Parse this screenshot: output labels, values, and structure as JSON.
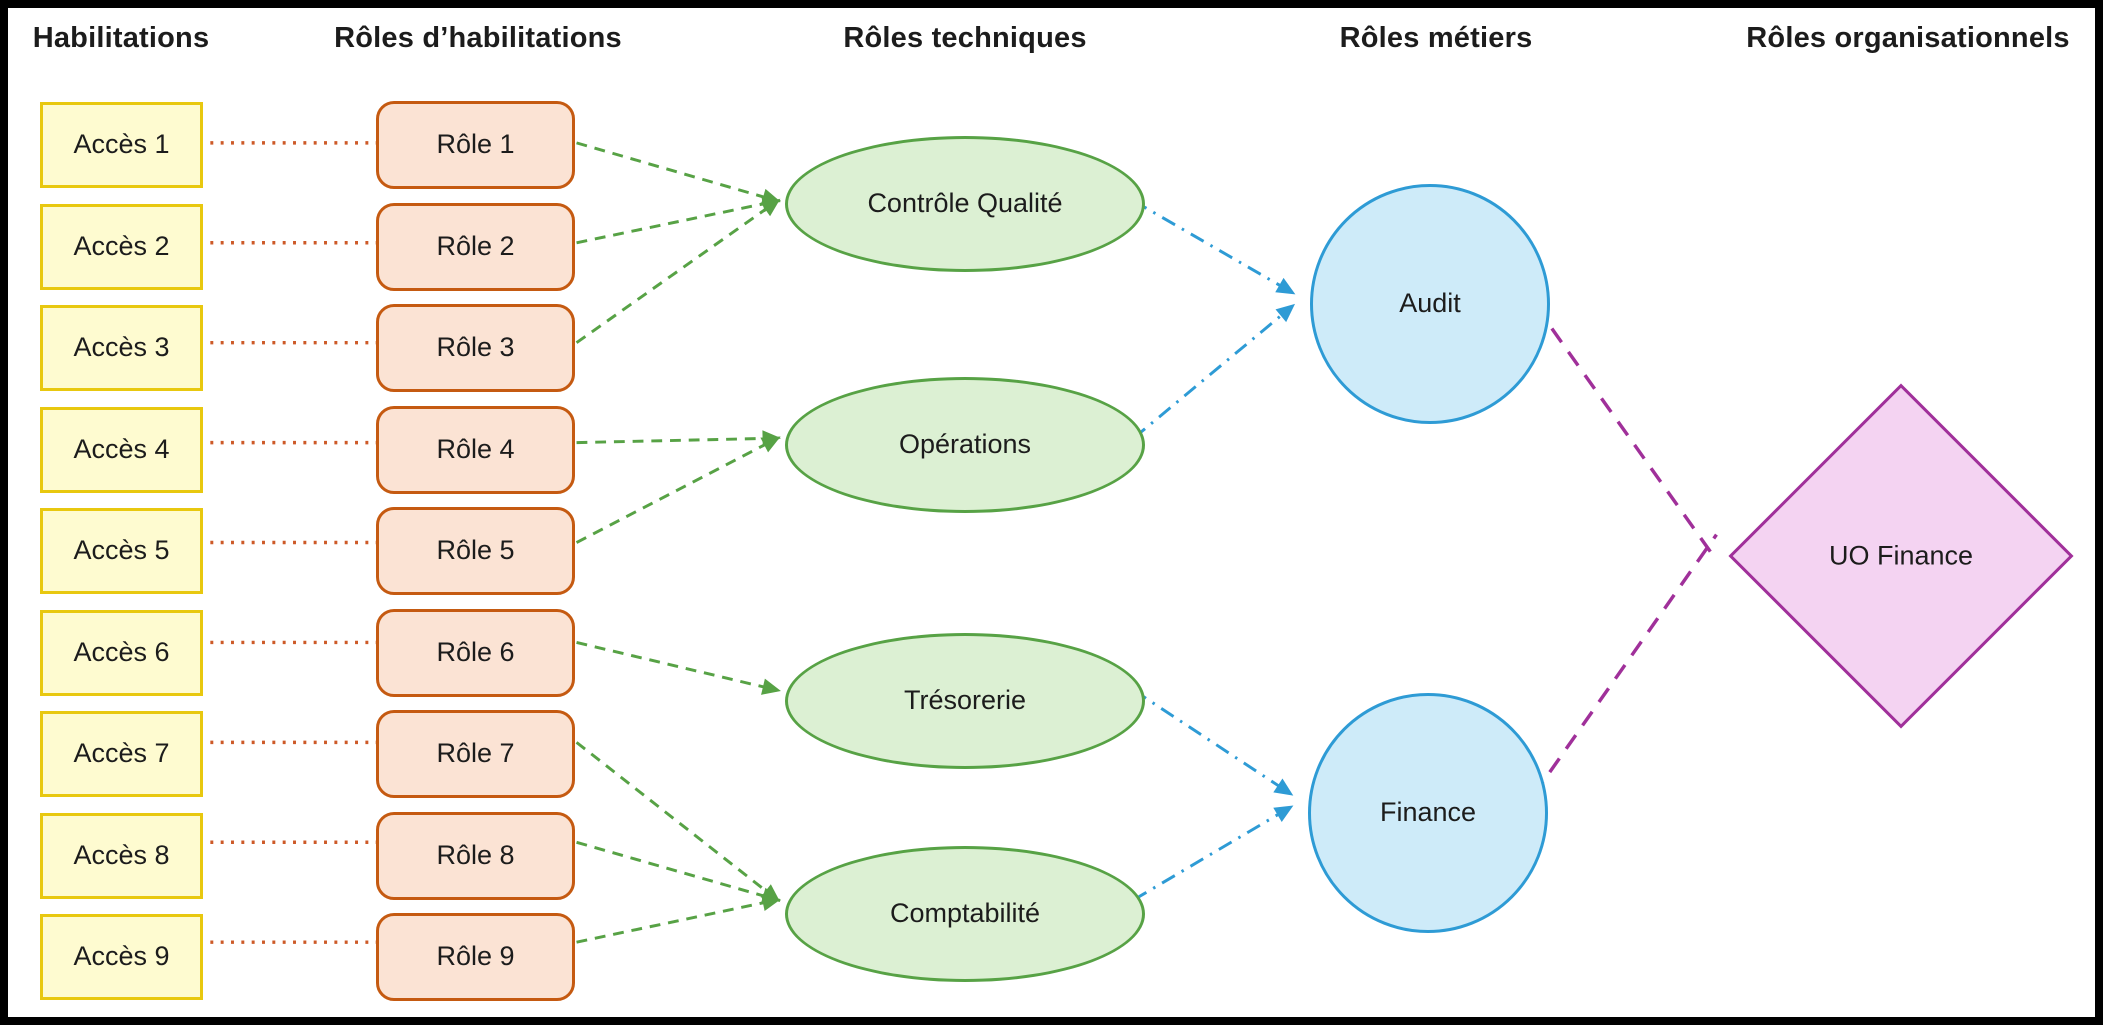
{
  "columns": [
    "Habilitations",
    "Rôles d’habilitations",
    "Rôles techniques",
    "Rôles métiers",
    "Rôles organisationnels"
  ],
  "habilitations": [
    "Accès 1",
    "Accès 2",
    "Accès 3",
    "Accès 4",
    "Accès 5",
    "Accès 6",
    "Accès 7",
    "Accès 8",
    "Accès 9"
  ],
  "roles_habilitations": [
    "Rôle 1",
    "Rôle 2",
    "Rôle 3",
    "Rôle 4",
    "Rôle 5",
    "Rôle 6",
    "Rôle 7",
    "Rôle 8",
    "Rôle 9"
  ],
  "roles_techniques": [
    "Contrôle Qualité",
    "Opérations",
    "Trésorerie",
    "Comptabilité"
  ],
  "roles_metiers": [
    "Audit",
    "Finance"
  ],
  "roles_organisationnels": [
    "UO Finance"
  ],
  "links": {
    "acces_to_role": {
      "Accès 1": "Rôle 1",
      "Accès 2": "Rôle 2",
      "Accès 3": "Rôle 3",
      "Accès 4": "Rôle 4",
      "Accès 5": "Rôle 5",
      "Accès 6": "Rôle 6",
      "Accès 7": "Rôle 7",
      "Accès 8": "Rôle 8",
      "Accès 9": "Rôle 9"
    },
    "role_to_technique": {
      "Rôle 1": "Contrôle Qualité",
      "Rôle 2": "Contrôle Qualité",
      "Rôle 3": "Contrôle Qualité",
      "Rôle 4": "Opérations",
      "Rôle 5": "Opérations",
      "Rôle 6": "Trésorerie",
      "Rôle 7": "Comptabilité",
      "Rôle 8": "Comptabilité",
      "Rôle 9": "Comptabilité"
    },
    "technique_to_metier": {
      "Contrôle Qualité": "Audit",
      "Opérations": "Audit",
      "Trésorerie": "Finance",
      "Comptabilité": "Finance"
    },
    "metier_to_org": {
      "Audit": "UO Finance",
      "Finance": "UO Finance"
    }
  },
  "colors": {
    "frame": "#000000",
    "text": "#1c1c1c",
    "acces_fill": "#FEFBD0",
    "acces_border": "#E8C80F",
    "role_fill": "#FBE3D4",
    "role_border": "#C55A11",
    "technique_fill": "#DCF0D3",
    "technique_border": "#57A245",
    "metier_fill": "#CEEBF9",
    "metier_border": "#2E9BD5",
    "org_fill": "#F4D3F2",
    "org_border": "#A0309A",
    "edge_acces_role": "#CD5A28",
    "edge_role_technique": "#57A245",
    "edge_technique_metier": "#2E9BD5",
    "edge_metier_org": "#A0309A"
  }
}
